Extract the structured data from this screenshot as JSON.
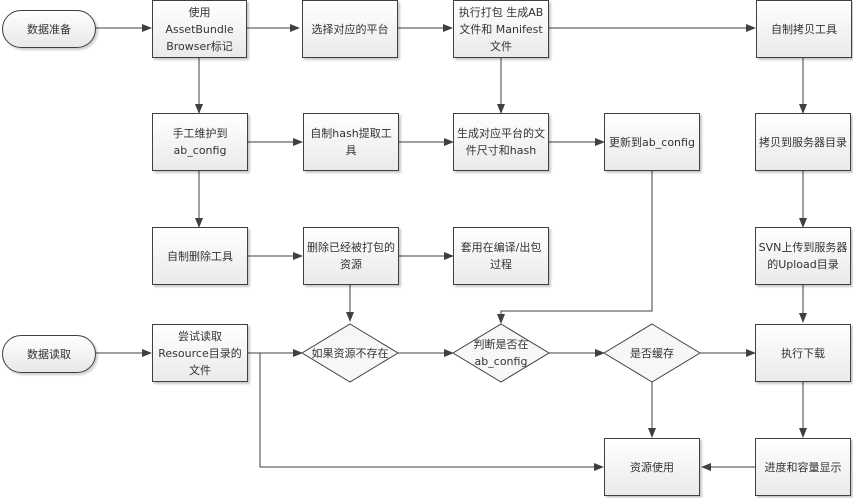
{
  "diagram": {
    "terminals": {
      "prepare": "数据准备",
      "read": "数据读取"
    },
    "nodes": {
      "assetbundle": "使用AssetBundle Browser标记",
      "select_platform": "选择对应的平台",
      "build": "执行打包 生成AB文件和 Manifest文件",
      "copy_tool": "自制拷贝工具",
      "manual_config": "手工维护到 ab_config",
      "hash_tool": "自制hash提取工具",
      "gen_size_hash": "生成对应平台的文件尺寸和hash",
      "update_config": "更新到ab_config",
      "copy_server": "拷贝到服务器目录",
      "delete_tool": "自制删除工具",
      "delete_packed": "删除已经被打包的资源",
      "apply_build": "套用在编译/出包过程",
      "svn_upload": "SVN上传到服务器的Upload目录",
      "try_read": "尝试读取Resource目录的文件",
      "download": "执行下载",
      "use_resource": "资源使用",
      "progress": "进度和容量显示"
    },
    "decisions": {
      "not_exist": "如果资源不存在",
      "in_config": "判断是否在 ab_config",
      "cached": "是否缓存"
    }
  }
}
